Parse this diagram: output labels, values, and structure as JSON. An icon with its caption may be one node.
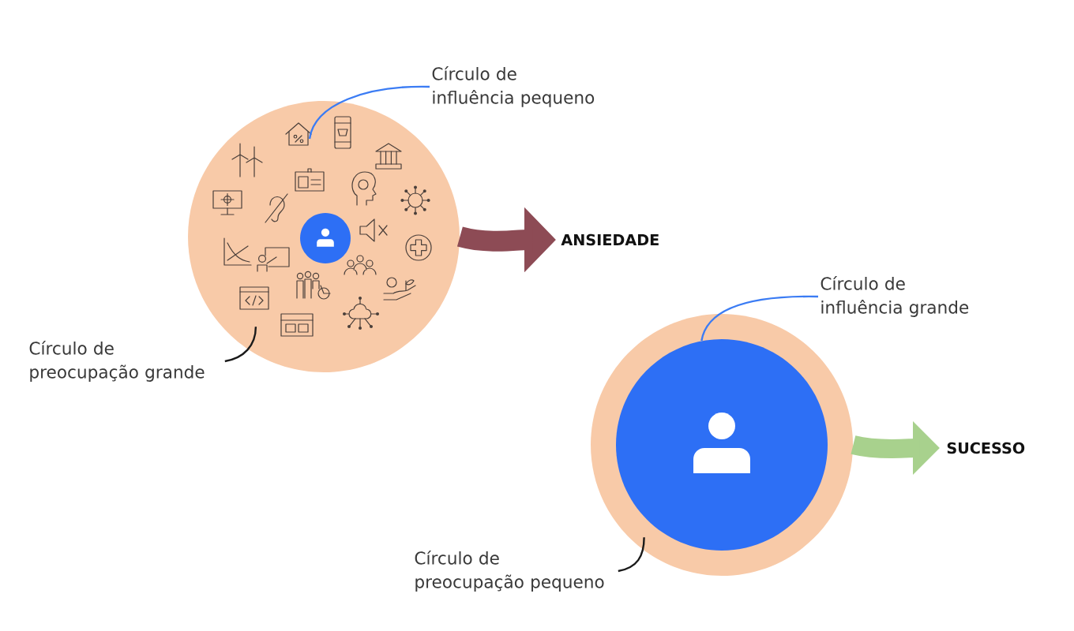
{
  "diagram": {
    "nodes": [
      {
        "text": [
          "Círculo de influência pequeno"
        ]
      },
      {
        "text": [],
        "shape": "circle"
      },
      {
        "text": [],
        "shape": "circle",
        "in": 1
      },
      {
        "text": [
          "Círculo de preocupação grande"
        ]
      },
      {
        "text": [
          "ANSIEDADE"
        ]
      },
      {
        "text": [
          "Círculo de influência grande"
        ]
      },
      {
        "text": [],
        "shape": "circle"
      },
      {
        "text": [],
        "shape": "circle",
        "in": 6
      },
      {
        "text": [
          "SUCESSO"
        ]
      },
      {
        "text": [
          "Círculo de preocupação pequeno"
        ]
      }
    ],
    "edges": [
      {
        "from": 0,
        "to": 1,
        "arrow": "none",
        "color": "#3b7cf4"
      },
      {
        "from": 3,
        "to": 1,
        "arrow": "none",
        "color": "#1a1a1a"
      },
      {
        "from": 1,
        "to": 4,
        "arrow": "to",
        "style": "thick",
        "color": "#8d4b55"
      },
      {
        "from": 5,
        "to": 7,
        "arrow": "none",
        "color": "#3b7cf4"
      },
      {
        "from": 6,
        "to": 8,
        "arrow": "to",
        "style": "thick",
        "color": "#a8d18d"
      },
      {
        "from": 9,
        "to": 6,
        "arrow": "none",
        "color": "#1a1a1a"
      }
    ]
  }
}
